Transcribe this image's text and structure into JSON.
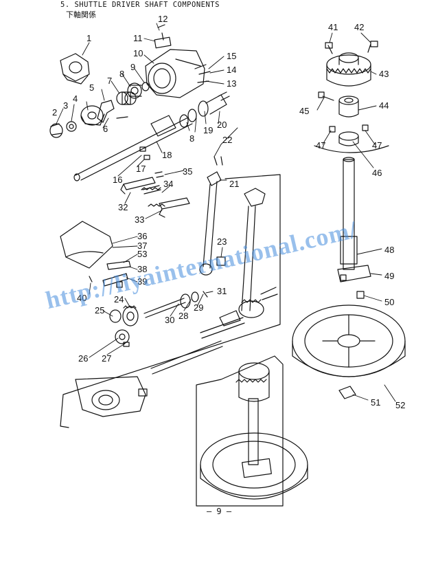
{
  "header": {
    "title": "5. SHUTTLE DRIVER SHAFT COMPONENTS",
    "subtitle": "下軸関係"
  },
  "watermark": "http://liyainternational.com/",
  "page_number": "— 9 —",
  "part_labels": [
    "1",
    "2",
    "3",
    "4",
    "5",
    "6",
    "7",
    "8",
    "9",
    "10",
    "11",
    "12",
    "13",
    "14",
    "15",
    "16",
    "17",
    "18",
    "8",
    "19",
    "20",
    "21",
    "22",
    "23",
    "24",
    "25",
    "26",
    "27",
    "28",
    "29",
    "30",
    "31",
    "32",
    "33",
    "34",
    "35",
    "36",
    "37",
    "38",
    "39",
    "40",
    "41",
    "42",
    "43",
    "44",
    "45",
    "46",
    "47",
    "47",
    "48",
    "49",
    "50",
    "51",
    "52",
    "53"
  ],
  "colors": {
    "ink": "#111111",
    "watermark": "#468cdc"
  }
}
